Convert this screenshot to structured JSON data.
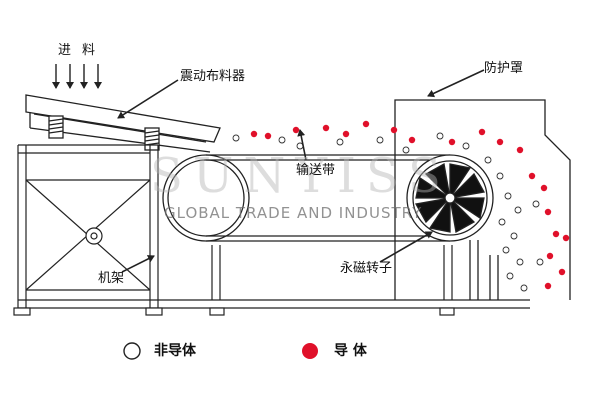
{
  "labels": {
    "feed_1": "进",
    "feed_2": "料",
    "vibrating_feeder": "震动布料器",
    "conveyor_belt": "输送带",
    "frame": "机架",
    "magnetic_rotor": "永磁转子",
    "guard": "防护罩"
  },
  "legend": {
    "non_conductor": "非导体",
    "conductor": "导 体"
  },
  "watermark": {
    "logo": "SUNYISS",
    "tagline": "GLOBAL TRADE AND INDUSTRY"
  },
  "colors": {
    "line": "#222222",
    "conductor": "#e0102a",
    "non_conductor": "#ffffff"
  }
}
